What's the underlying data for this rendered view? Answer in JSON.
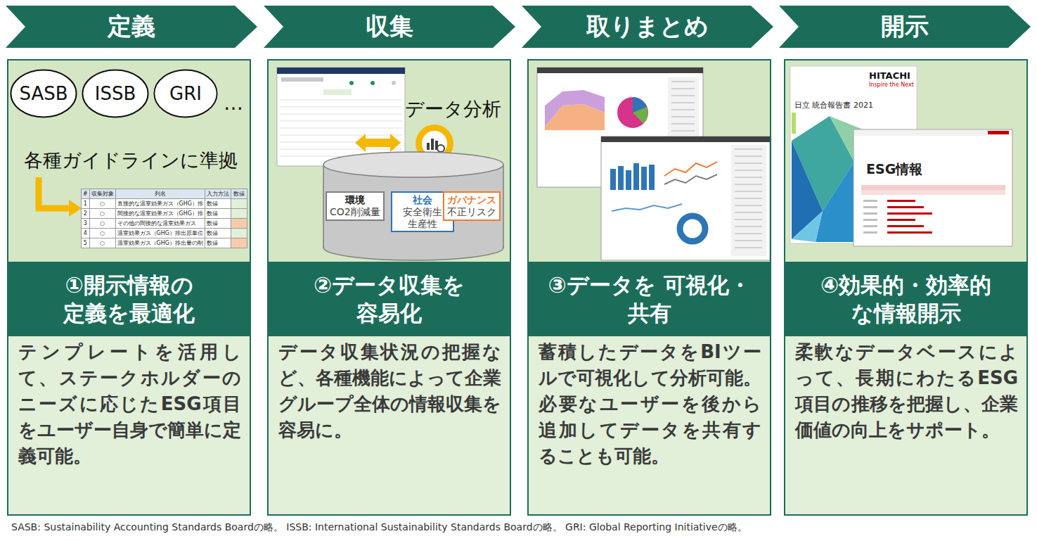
{
  "diagram": {
    "caption": "SASB: Sustainability Accounting Standards Boardの略。 ISSB: International Sustainability Standards Boardの略。 GRI: Global Reporting Initiativeの略。",
    "nodes": [
      {
        "text": [
          "定義"
        ]
      },
      {
        "text": [
          "収集"
        ]
      },
      {
        "text": [
          "取りまとめ"
        ]
      },
      {
        "text": [
          "開示"
        ]
      },
      {
        "text": [
          "テンプレートを活用して、ステークホルダーのニーズに応じたESG項目をユーザー自身で簡単に定義可能。"
        ]
      },
      {
        "text": [
          "①開示情報の 定義を最適化"
        ],
        "in": 4
      },
      {
        "text": [
          "SASB"
        ],
        "in": 4
      },
      {
        "text": [
          "ISSB"
        ],
        "in": 4
      },
      {
        "text": [
          "GRI"
        ],
        "in": 4
      },
      {
        "text": [
          "データ収集状況の把握など、各種機能によって企業グループ全体の情報収集を容易に。"
        ]
      },
      {
        "text": [
          "②データ収集を 容易化"
        ],
        "in": 9
      },
      {
        "text": [
          "環境",
          "CO2削減量"
        ],
        "in": 9
      },
      {
        "text": [
          "社会",
          "安全衛生 生産性"
        ],
        "in": 9
      },
      {
        "text": [
          "ガバナンス",
          "不正リスク"
        ],
        "in": 9
      },
      {
        "text": [
          "蓄積したデータをBIツールで可視化して分析可能。必要なユーザーを後から追加してデータを共有することも可能。"
        ]
      },
      {
        "text": [
          "③データを 可視化・共有"
        ],
        "in": 14
      },
      {
        "text": [
          "柔軟なデータベースによって、長期にわたるESG項目の推移を把握し、企業価値の向上をサポート。"
        ]
      },
      {
        "text": [
          "④効果的・効率的 な情報開示"
        ],
        "in": 16
      }
    ],
    "labels": [
      "…",
      "各種ガイドラインに準拠",
      "#",
      "収集対象",
      "列名",
      "入力方法",
      "数値",
      "1",
      "○",
      "直接的な温室効果ガス（GHG）排",
      "数値",
      "2",
      "○",
      "間接的な温室効果ガス（GHG）排",
      "数値",
      "3",
      "○",
      "その他の間接的な温室効果ガス",
      "数値",
      "4",
      "○",
      "温室効果ガス（GHG）排出原単位",
      "数値",
      "5",
      "○",
      "温室効果ガス（GHG）排出量の削",
      "数値",
      "データ分析",
      "HITACHI",
      "Inspire the Next",
      "日立 統合報告書 2021",
      "ESG情報"
    ]
  }
}
